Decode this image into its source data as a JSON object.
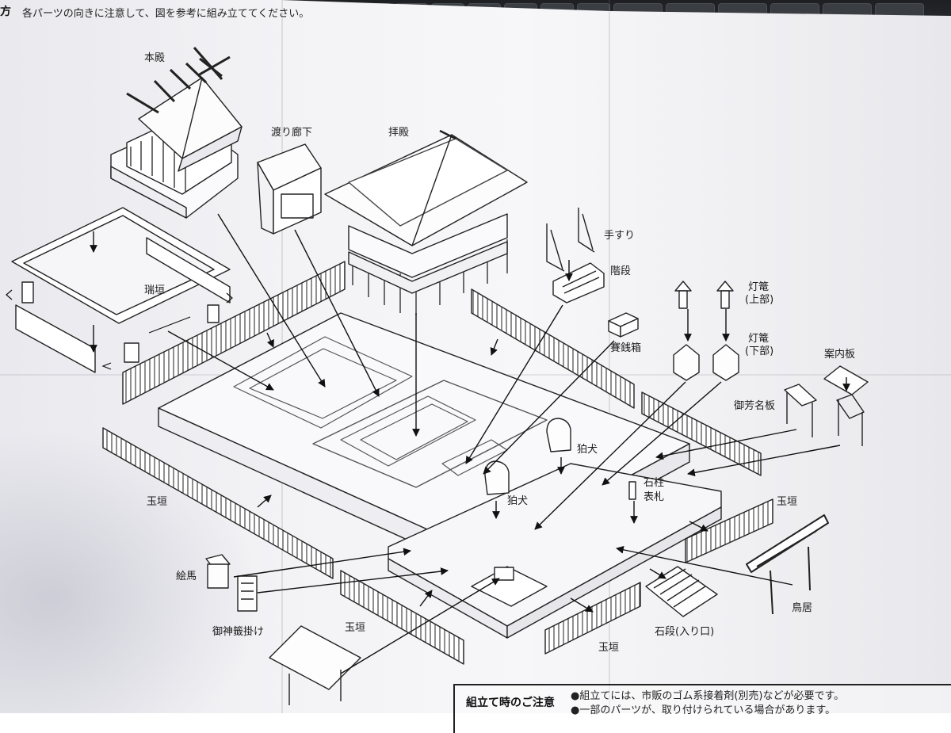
{
  "header": {
    "mark": "方",
    "instruction": "各パーツの向きに注意して、図を参考に組み立ててください。"
  },
  "labels": {
    "honden": "本殿",
    "watari_rouka": "渡り廊下",
    "haiden": "拝殿",
    "tesuri": "手すり",
    "kaidan": "階段",
    "mizugaki": "瑞垣",
    "touro_top_1": "灯篭",
    "touro_top_2": "(上部)",
    "touro_bottom_1": "灯篭",
    "touro_bottom_2": "(下部)",
    "saisenbako": "賽銭箱",
    "annaiban": "案内板",
    "gohoumeiban": "御芳名板",
    "komainu_1": "狛犬",
    "komainu_2": "狛犬",
    "ishibashira": "石柱",
    "hyousatsu": "表札",
    "tamagaki_left": "玉垣",
    "tamagaki_right": "玉垣",
    "tamagaki_bottom_1": "玉垣",
    "tamagaki_bottom_2": "玉垣",
    "ema": "絵馬",
    "goshinsen": "御神籤掛け",
    "torii": "鳥居",
    "ishidan": "石段(入り口)"
  },
  "notes": {
    "title": "組立て時のご注意",
    "line1": "●組立てには、市販のゴム系接着剤(別売)などが必要です。",
    "line2": "●一部のパーツが、取り付けられている場合があります。"
  }
}
